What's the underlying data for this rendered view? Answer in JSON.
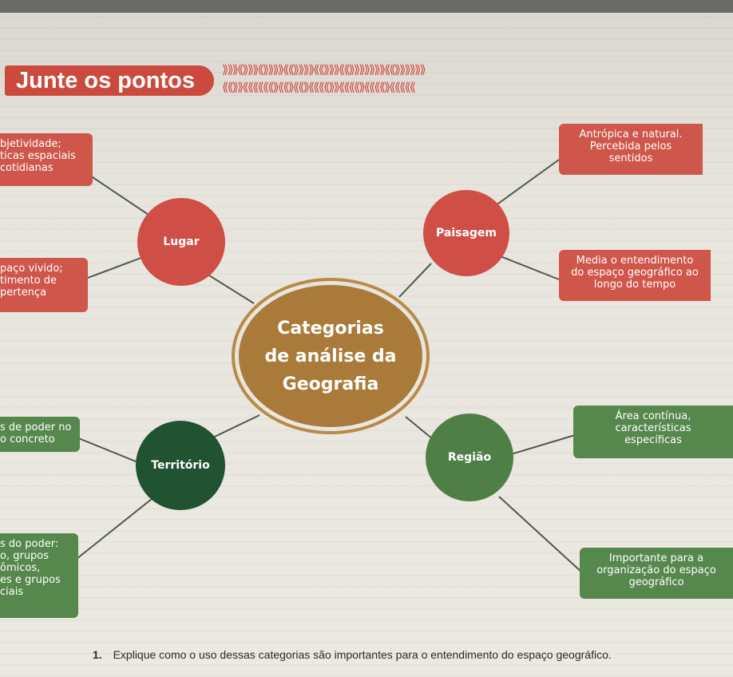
{
  "section": {
    "title": "Junte os pontos",
    "decoration": "chevron-pattern",
    "accent": "#cc4a3d"
  },
  "center": {
    "label": "Categorias\nde análise da\nGeografia",
    "color": "#a97a3a"
  },
  "categories": [
    {
      "label": "Lugar",
      "color": "#cf4e46"
    },
    {
      "label": "Paisagem",
      "color": "#cf4e46"
    },
    {
      "label": "Território",
      "color": "#215232"
    },
    {
      "label": "Região",
      "color": "#4f7f47"
    }
  ],
  "notes": {
    "lugar_top": "bjetividade;\nticas espaciais\ncotidianas",
    "lugar_bottom": "paço vivido;\ntimento de\npertença",
    "territorio_top": "s de poder no\no concreto",
    "territorio_bottom": "s do poder:\no, grupos\nômicos,\nes e grupos\nciais",
    "paisagem_top": "Antrópica e natural.\nPercebida pelos\nsentidos",
    "paisagem_bottom": "Media o entendimento\ndo espaço geográfico ao\nlongo do tempo",
    "regiao_top": "Área contínua,\ncaracterísticas\nespecíficas",
    "regiao_bottom": "Importante para a\norganização do espaço\ngeográfico"
  },
  "question": {
    "number": "1.",
    "text": "Explique como o uso dessas categorias são importantes para o entendimento do espaço geográfico."
  }
}
